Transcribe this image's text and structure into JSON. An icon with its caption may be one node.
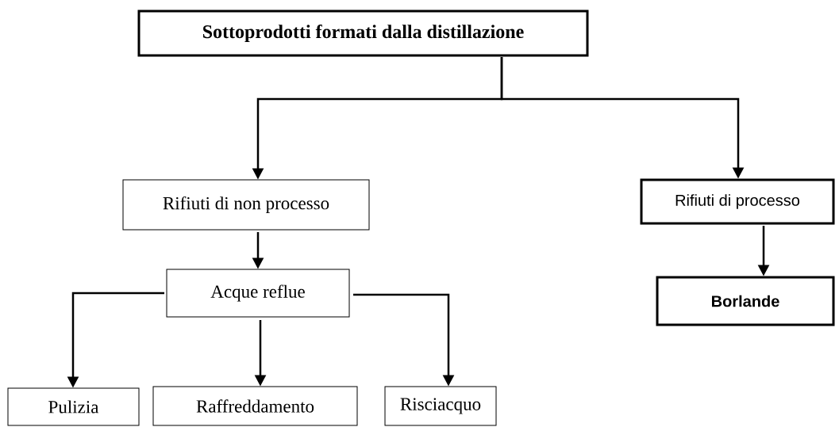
{
  "diagram": {
    "nodes": [
      {
        "text": [
          "Sottoprodotti formati dalla distillazione"
        ]
      },
      {
        "text": [
          "Rifiuti di non processo"
        ]
      },
      {
        "text": [
          "Rifiuti di processo"
        ]
      },
      {
        "text": [
          "Acque reflue"
        ]
      },
      {
        "text": [
          "Borlande"
        ]
      },
      {
        "text": [
          "Pulizia"
        ]
      },
      {
        "text": [
          "Raffreddamento"
        ]
      },
      {
        "text": [
          "Risciacquo"
        ]
      }
    ],
    "edges": [
      {
        "from": 0,
        "to": 1,
        "arrow": "to"
      },
      {
        "from": 0,
        "to": 2,
        "arrow": "to"
      },
      {
        "from": 1,
        "to": 3,
        "arrow": "to"
      },
      {
        "from": 2,
        "to": 4,
        "arrow": "to"
      },
      {
        "from": 3,
        "to": 5,
        "arrow": "to"
      },
      {
        "from": 3,
        "to": 6,
        "arrow": "to"
      },
      {
        "from": 3,
        "to": 7,
        "arrow": "to"
      }
    ]
  }
}
